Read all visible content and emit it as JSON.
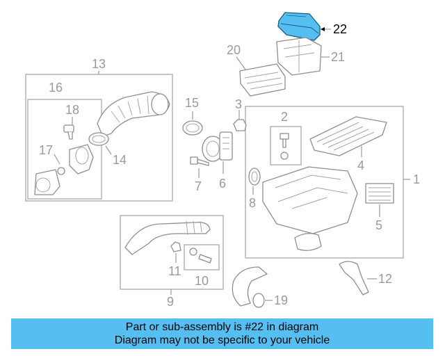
{
  "callouts": {
    "c1": "1",
    "c2": "2",
    "c3": "3",
    "c4": "4",
    "c5": "5",
    "c6": "6",
    "c7": "7",
    "c8": "8",
    "c9": "9",
    "c10": "10",
    "c11": "11",
    "c12": "12",
    "c13": "13",
    "c14": "14",
    "c15": "15",
    "c16": "16",
    "c17": "17",
    "c18": "18",
    "c19": "19",
    "c20": "20",
    "c21": "21",
    "c22": "22"
  },
  "highlight": {
    "part_number": "22",
    "color": "#55bff2"
  },
  "banner": {
    "line1": "Part or sub-assembly is #22 in diagram",
    "line2": "Diagram may not be specific to your vehicle",
    "background": "#55bff2"
  }
}
